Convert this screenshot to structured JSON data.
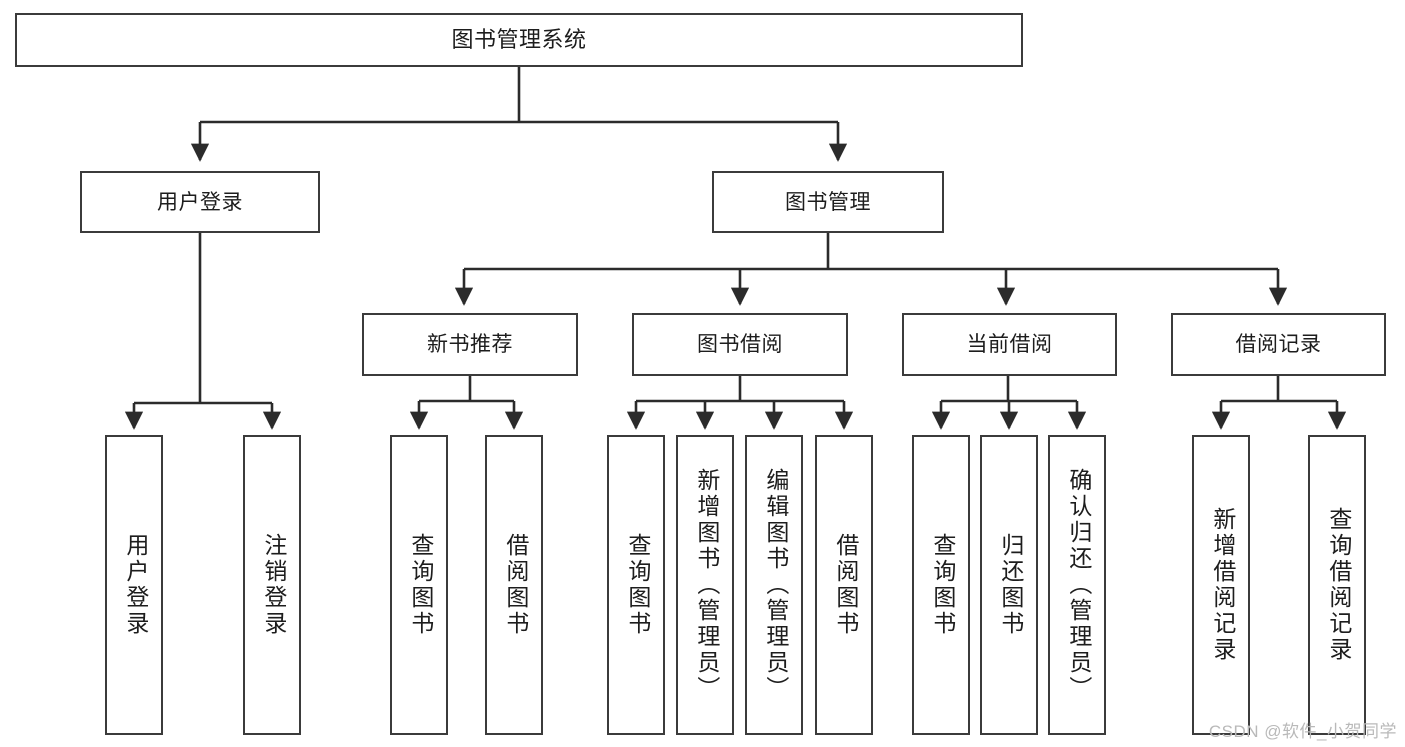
{
  "diagram": {
    "type": "tree",
    "title": "图书管理系统",
    "watermark": "CSDN @软件_小贺同学",
    "colors": {
      "box_border": "#3b3b3b",
      "box_fill": "#ffffff",
      "line": "#2b2b2b",
      "text": "#1d1d1d",
      "watermark": "#b9b9b9",
      "background": "#ffffff"
    },
    "root": {
      "label": "图书管理系统"
    },
    "level2": [
      {
        "label": "用户登录"
      },
      {
        "label": "图书管理"
      }
    ],
    "level3": [
      {
        "label": "新书推荐"
      },
      {
        "label": "图书借阅"
      },
      {
        "label": "当前借阅"
      },
      {
        "label": "借阅记录"
      }
    ],
    "leaves": {
      "user_login": [
        {
          "label": "用户登录"
        },
        {
          "label": "注销登录"
        }
      ],
      "new_book": [
        {
          "label": "查询图书"
        },
        {
          "label": "借阅图书"
        }
      ],
      "book_borrow": [
        {
          "label": "查询图书"
        },
        {
          "label": "新增图书（管理员）"
        },
        {
          "label": "编辑图书（管理员）"
        },
        {
          "label": "借阅图书"
        }
      ],
      "current_borrow": [
        {
          "label": "查询图书"
        },
        {
          "label": "归还图书"
        },
        {
          "label": "确认归还（管理员）"
        }
      ],
      "borrow_record": [
        {
          "label": "新增借阅记录"
        },
        {
          "label": "查询借阅记录"
        }
      ]
    }
  }
}
